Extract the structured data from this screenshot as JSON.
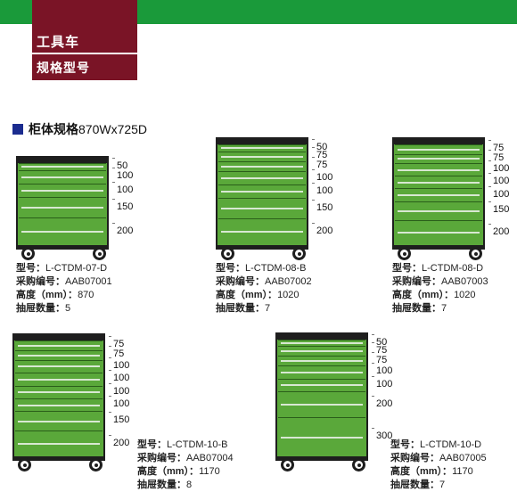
{
  "header": {
    "title": "工具车",
    "subtitle": "规格型号"
  },
  "section": {
    "label": "柜体规格",
    "value": "870Wx725D"
  },
  "spec_labels": {
    "model": "型号：",
    "code": "采购编号：",
    "height": "高度（mm）：",
    "drawers": "抽屉数量："
  },
  "cabinets": [
    {
      "model": "L-CTDM-07-D",
      "code": "AAB07001",
      "height": "870",
      "drawers": "5",
      "dims": [
        "50",
        "100",
        "100",
        "150",
        "200"
      ]
    },
    {
      "model": "L-CTDM-08-B",
      "code": "AAB07002",
      "height": "1020",
      "drawers": "7",
      "dims": [
        "50",
        "75",
        "75",
        "100",
        "100",
        "150",
        "200"
      ]
    },
    {
      "model": "L-CTDM-08-D",
      "code": "AAB07003",
      "height": "1020",
      "drawers": "7",
      "dims": [
        "75",
        "75",
        "100",
        "100",
        "100",
        "150",
        "200"
      ]
    },
    {
      "model": "L-CTDM-10-B",
      "code": "AAB07004",
      "height": "1170",
      "drawers": "8",
      "dims": [
        "75",
        "75",
        "100",
        "100",
        "100",
        "100",
        "150",
        "200"
      ]
    },
    {
      "model": "L-CTDM-10-D",
      "code": "AAB07005",
      "height": "1170",
      "drawers": "7",
      "dims": [
        "50",
        "75",
        "75",
        "100",
        "100",
        "200",
        "300"
      ]
    }
  ]
}
